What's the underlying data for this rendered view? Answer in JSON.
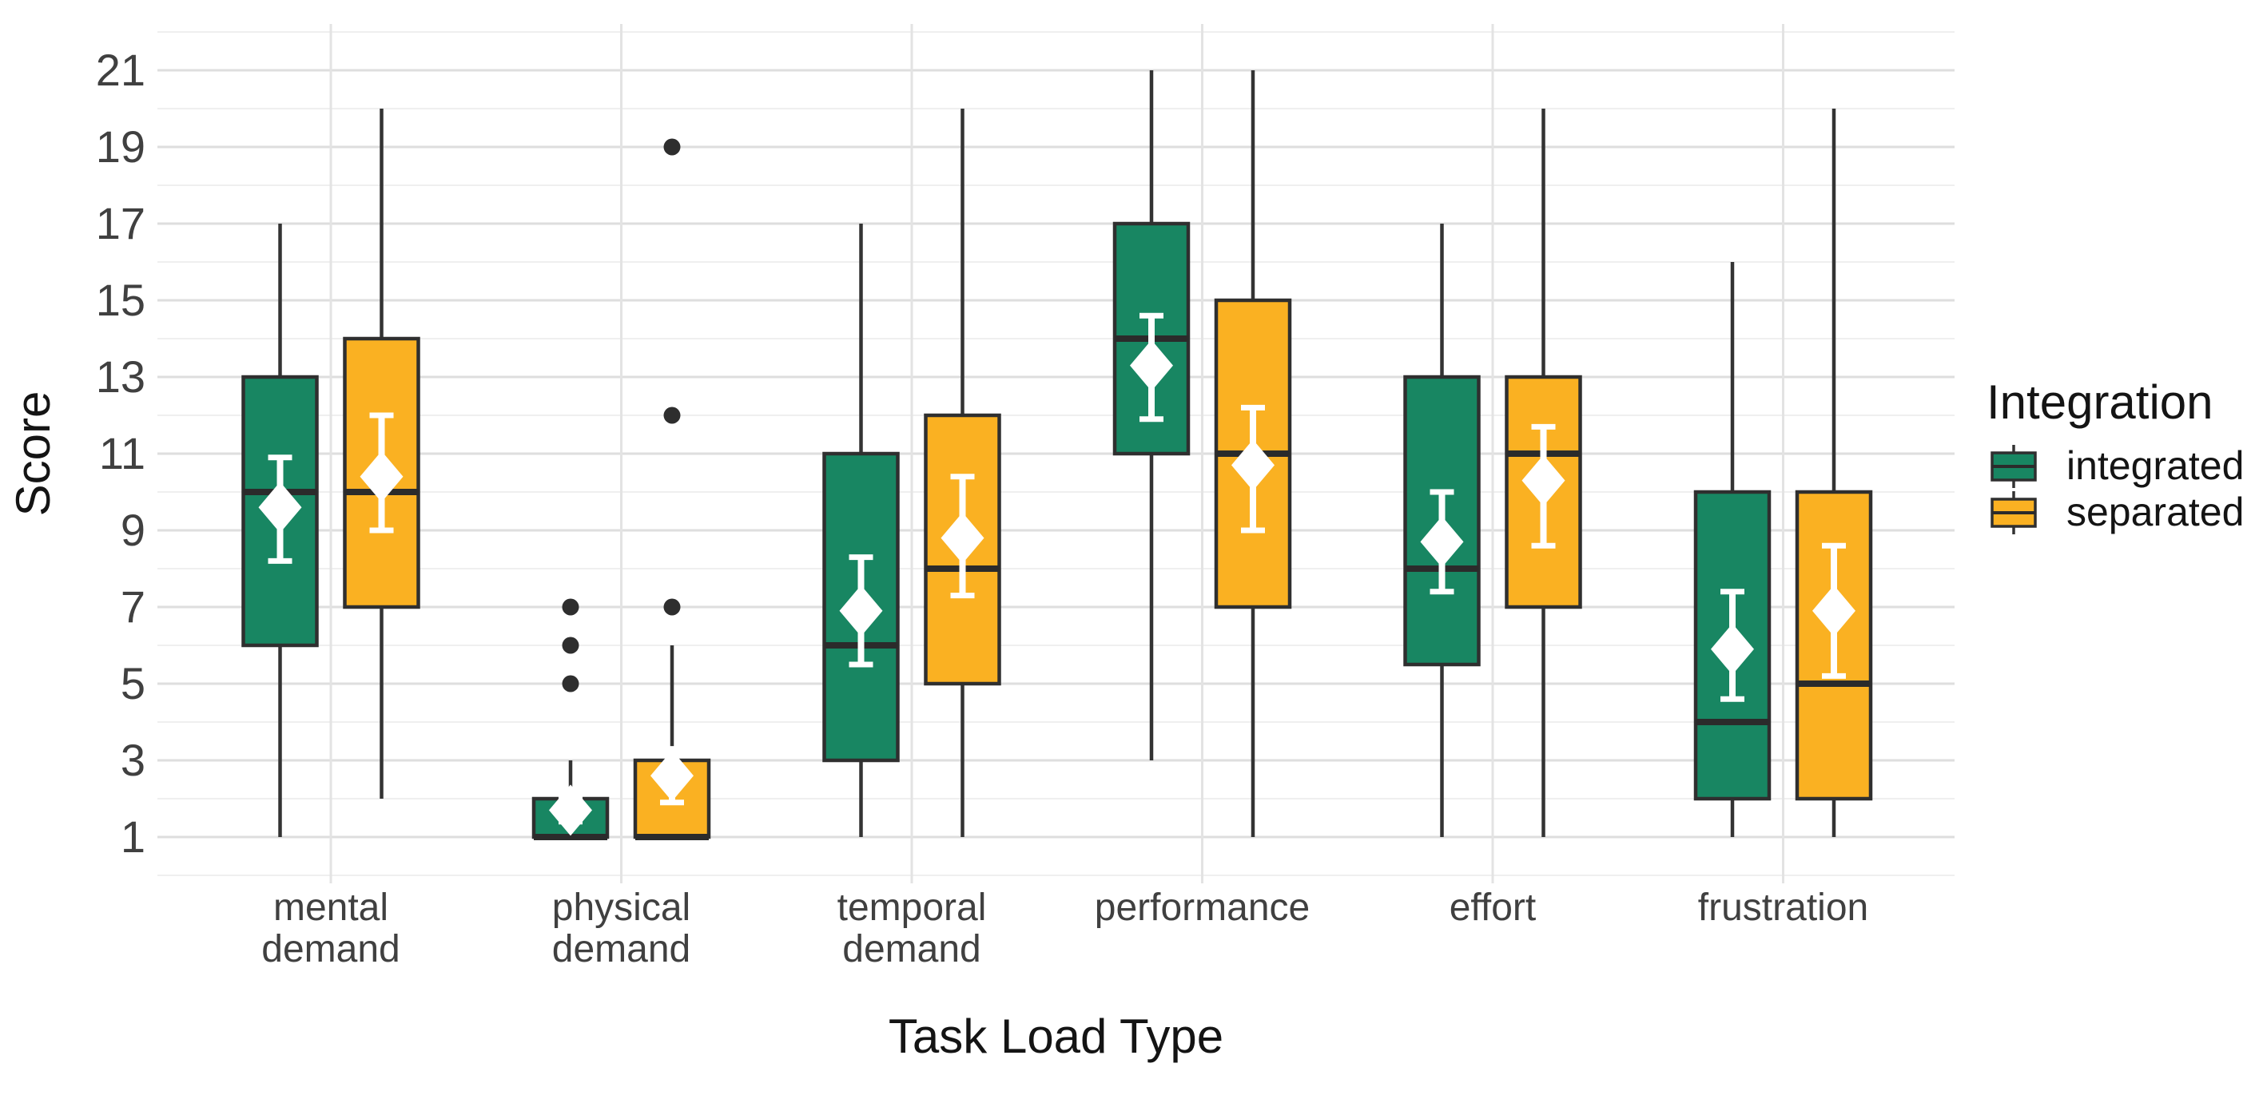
{
  "chart_data": {
    "type": "grouped_boxplot",
    "title": "",
    "xlabel": "Task Load Type",
    "ylabel": "Score",
    "y_axis": {
      "tick_values": [
        1,
        3,
        5,
        7,
        9,
        11,
        13,
        15,
        17,
        19,
        21
      ],
      "minor_grid_values": [
        0,
        2,
        4,
        6,
        8,
        10,
        12,
        14,
        16,
        18,
        20,
        22
      ],
      "domain": [
        1,
        21
      ],
      "grid": "on"
    },
    "categories": [
      "mental demand",
      "physical demand",
      "temporal demand",
      "performance",
      "effort",
      "frustration"
    ],
    "category_label_lines": [
      [
        "mental",
        "demand"
      ],
      [
        "physical",
        "demand"
      ],
      [
        "temporal",
        "demand"
      ],
      [
        "performance"
      ],
      [
        "effort"
      ],
      [
        "frustration"
      ]
    ],
    "legend": {
      "title": "Integration",
      "position": "right",
      "items": [
        {
          "label": "integrated",
          "color": "#188662"
        },
        {
          "label": "separated",
          "color": "#FAB122"
        }
      ]
    },
    "colors": {
      "integrated_fill": "#188662",
      "separated_fill": "#FAB122",
      "box_border": "#2F2F2F",
      "whisker": "#333333",
      "median": "#2B2B2B",
      "outlier": "#2E2E2E",
      "mean_marker": "#FFFFFF",
      "grid_major": "#DEDEDE",
      "grid_minor": "#EFEFEF",
      "grid_vertical": "#E3E3E3",
      "axis_tick_text": "#404040",
      "axis_title_text": "#141414",
      "background": "#FFFFFF"
    },
    "series": [
      {
        "name": "integrated",
        "color": "#188662",
        "boxes": [
          {
            "category": "mental demand",
            "whisker_low": 1,
            "q1": 6,
            "median": 10,
            "q3": 13,
            "whisker_high": 17,
            "mean": 9.6,
            "ci_low": 8.2,
            "ci_high": 10.9,
            "outliers": []
          },
          {
            "category": "physical demand",
            "whisker_low": 1,
            "q1": 1,
            "median": 1,
            "q3": 2,
            "whisker_high": 3,
            "mean": 1.7,
            "ci_low": 1.4,
            "ci_high": 2.0,
            "outliers": [
              5,
              6,
              7
            ]
          },
          {
            "category": "temporal demand",
            "whisker_low": 1,
            "q1": 3,
            "median": 6,
            "q3": 11,
            "whisker_high": 17,
            "mean": 6.9,
            "ci_low": 5.5,
            "ci_high": 8.3,
            "outliers": []
          },
          {
            "category": "performance",
            "whisker_low": 3,
            "q1": 11,
            "median": 14,
            "q3": 17,
            "whisker_high": 21,
            "mean": 13.3,
            "ci_low": 11.9,
            "ci_high": 14.6,
            "outliers": []
          },
          {
            "category": "effort",
            "whisker_low": 1,
            "q1": 5.5,
            "median": 8,
            "q3": 13,
            "whisker_high": 17,
            "mean": 8.7,
            "ci_low": 7.4,
            "ci_high": 10.0,
            "outliers": []
          },
          {
            "category": "frustration",
            "whisker_low": 1,
            "q1": 2,
            "median": 4,
            "q3": 10,
            "whisker_high": 16,
            "mean": 5.9,
            "ci_low": 4.6,
            "ci_high": 7.4,
            "outliers": []
          }
        ]
      },
      {
        "name": "separated",
        "color": "#FAB122",
        "boxes": [
          {
            "category": "mental demand",
            "whisker_low": 2,
            "q1": 7,
            "median": 10,
            "q3": 14,
            "whisker_high": 20,
            "mean": 10.4,
            "ci_low": 9.0,
            "ci_high": 12.0,
            "outliers": []
          },
          {
            "category": "physical demand",
            "whisker_low": 1,
            "q1": 1,
            "median": 1,
            "q3": 3,
            "whisker_high": 6,
            "mean": 2.6,
            "ci_low": 1.9,
            "ci_high": 3.3,
            "outliers": [
              7,
              12,
              19
            ]
          },
          {
            "category": "temporal demand",
            "whisker_low": 1,
            "q1": 5,
            "median": 8,
            "q3": 12,
            "whisker_high": 20,
            "mean": 8.8,
            "ci_low": 7.3,
            "ci_high": 10.4,
            "outliers": []
          },
          {
            "category": "performance",
            "whisker_low": 1,
            "q1": 7,
            "median": 11,
            "q3": 15,
            "whisker_high": 21,
            "mean": 10.7,
            "ci_low": 9.0,
            "ci_high": 12.2,
            "outliers": []
          },
          {
            "category": "effort",
            "whisker_low": 1,
            "q1": 7,
            "median": 11,
            "q3": 13,
            "whisker_high": 20,
            "mean": 10.3,
            "ci_low": 8.6,
            "ci_high": 11.7,
            "outliers": []
          },
          {
            "category": "frustration",
            "whisker_low": 1,
            "q1": 2,
            "median": 5,
            "q3": 10,
            "whisker_high": 20,
            "mean": 6.9,
            "ci_low": 5.2,
            "ci_high": 8.6,
            "outliers": []
          }
        ]
      }
    ]
  }
}
